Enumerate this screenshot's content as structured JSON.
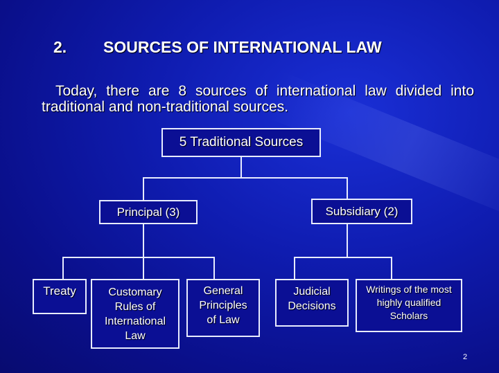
{
  "slide": {
    "title_number": "2.",
    "title_text": "SOURCES OF INTERNATIONAL LAW",
    "paragraph": "Today, there are 8 sources of international law divided into traditional and non-traditional sources.",
    "page_number": "2",
    "colors": {
      "background": "#0a0f8a",
      "lines": "#e8ecff",
      "text": "#ffffff"
    }
  },
  "diagram": {
    "root": "5 Traditional Sources",
    "principal": {
      "label": "Principal (3)",
      "children": [
        "Treaty",
        "Customary Rules of International Law",
        "General Principles of Law"
      ]
    },
    "subsidiary": {
      "label": "Subsidiary (2)",
      "children": [
        "Judicial Decisions",
        "Writings of the most highly qualified Scholars"
      ]
    }
  }
}
